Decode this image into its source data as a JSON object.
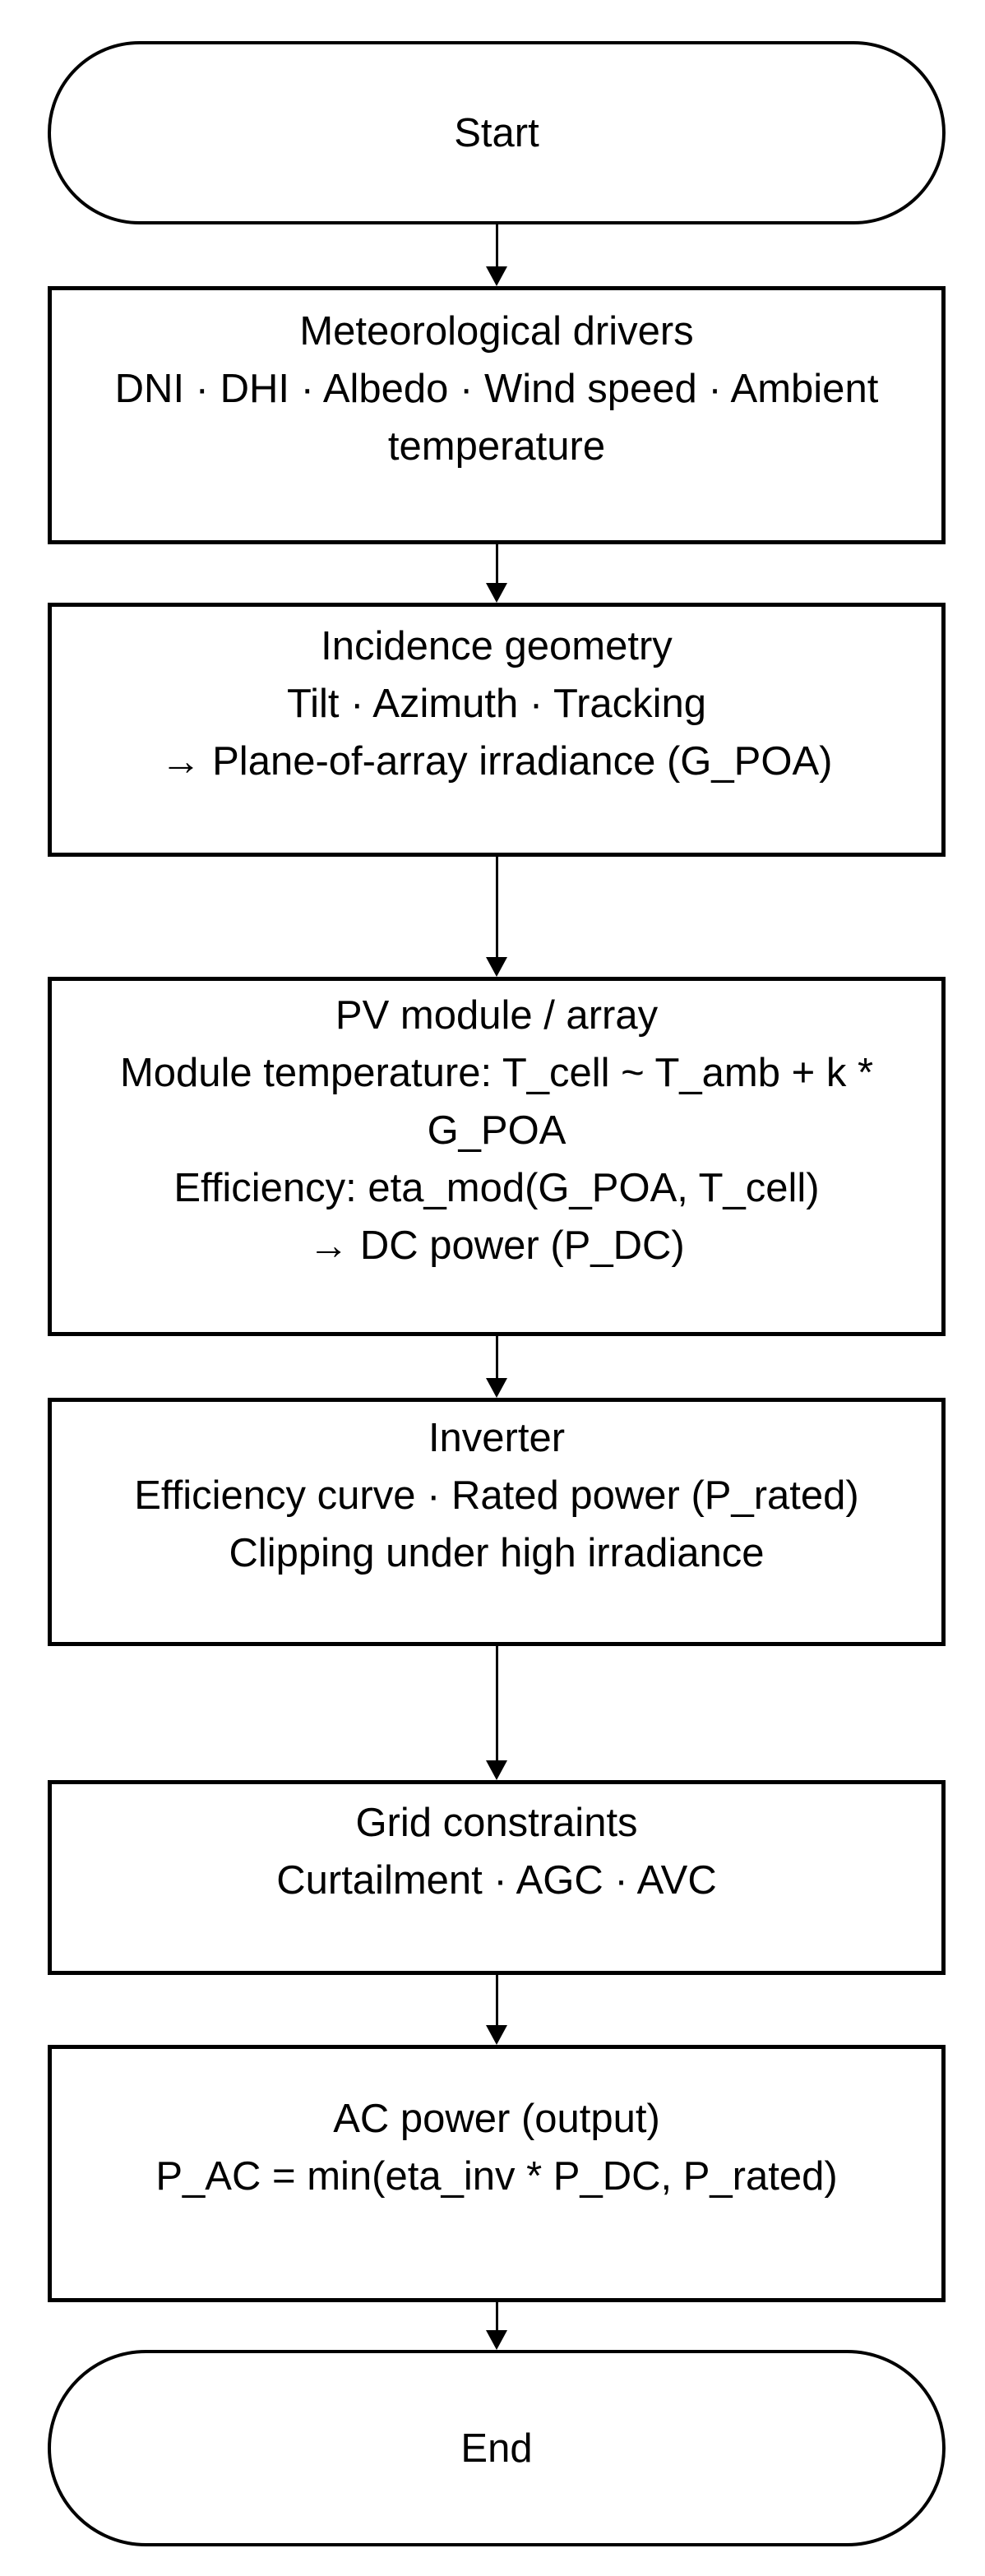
{
  "diagram": {
    "type": "flowchart",
    "colors": {
      "background": "#ffffff",
      "stroke": "#000000",
      "text": "#000000"
    },
    "nodes": {
      "start": {
        "label": "Start"
      },
      "meteo": {
        "title": "Meteorological drivers",
        "body": "DNI · DHI · Albedo · Wind speed · Ambient\ntemperature"
      },
      "incidence": {
        "title": "Incidence geometry",
        "body": "Tilt · Azimuth · Tracking\n→ Plane-of-array irradiance (G_POA)"
      },
      "pv": {
        "title": "PV module / array",
        "body": "Module temperature: T_cell ~ T_amb + k *\nG_POA\nEfficiency: eta_mod(G_POA, T_cell)\n→ DC power (P_DC)"
      },
      "inverter": {
        "title": "Inverter",
        "body": "Efficiency curve · Rated power (P_rated)\nClipping under high irradiance"
      },
      "grid": {
        "title": "Grid constraints",
        "body": "Curtailment · AGC · AVC"
      },
      "ac": {
        "title": "AC power (output)",
        "body": "P_AC = min(eta_inv * P_DC, P_rated)"
      },
      "end": {
        "label": "End"
      }
    }
  }
}
